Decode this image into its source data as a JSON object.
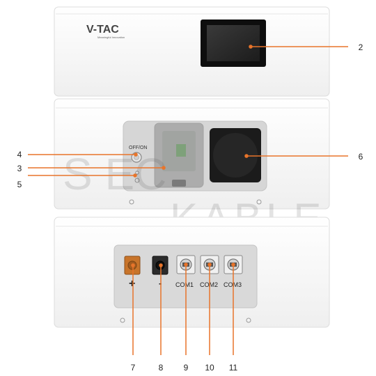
{
  "brand": {
    "logo_text": "V-TAC",
    "tagline": "Meaningful Innovation"
  },
  "watermark": {
    "line1": "S   EC",
    "line2": "KABLE"
  },
  "switch_label": "OFF/ON",
  "ports": {
    "plus_symbol": "+",
    "minus_symbol": "-",
    "com1": "COM1",
    "com2": "COM2",
    "com3": "COM3"
  },
  "callouts": [
    "2",
    "3",
    "4",
    "5",
    "6",
    "7",
    "8",
    "9",
    "10",
    "11"
  ],
  "colors": {
    "leader": "#e8742a",
    "terminal_plus": "#c8742a",
    "panel": "#d9d9d9",
    "enclosure": "#fafafa"
  }
}
